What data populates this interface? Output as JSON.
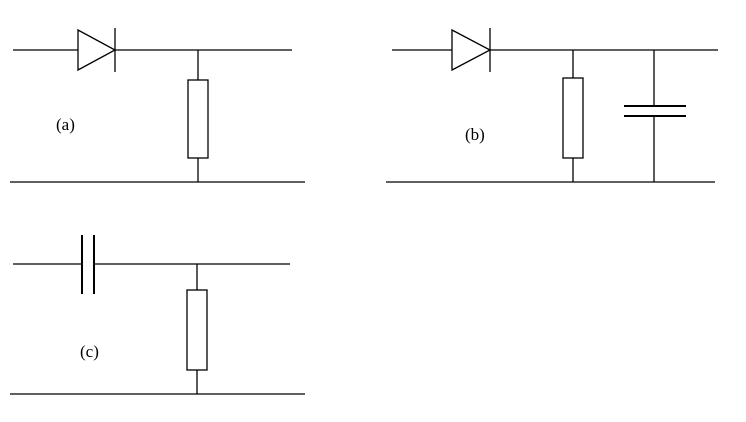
{
  "circuits": {
    "a": {
      "label": "(a)"
    },
    "b": {
      "label": "(b)"
    },
    "c": {
      "label": "(c)"
    }
  }
}
